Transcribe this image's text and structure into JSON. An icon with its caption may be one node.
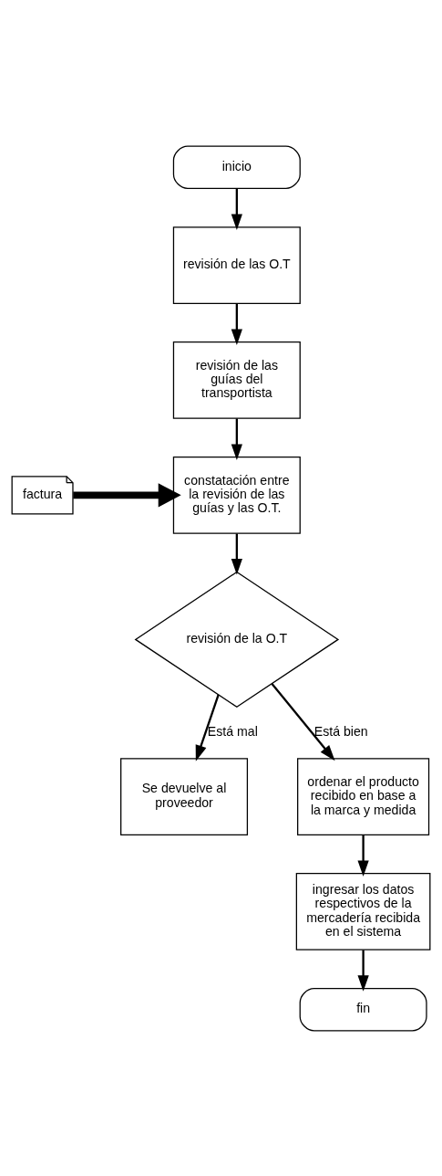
{
  "diagram": {
    "nodes": [
      {
        "text": [
          "inicio"
        ]
      },
      {
        "text": [
          "revisión de las O.T"
        ]
      },
      {
        "text": [
          "revisión de las guías del transportista"
        ]
      },
      {
        "text": [
          "constatación entre la revisión de las guías y las O.T."
        ]
      },
      {
        "text": [
          "factura"
        ]
      },
      {
        "text": [
          "revisión de la O.T"
        ]
      },
      {
        "text": [
          "Se devuelve al proveedor"
        ]
      },
      {
        "text": [
          "ordenar el producto recibido en base a la marca y medida"
        ]
      },
      {
        "text": [
          "ingresar los datos respectivos de la mercadería recibida en el sistema"
        ]
      },
      {
        "text": [
          "fin"
        ]
      }
    ],
    "edges": [
      {
        "from": 0,
        "to": 1,
        "arrow": "to"
      },
      {
        "from": 1,
        "to": 2,
        "arrow": "to"
      },
      {
        "from": 2,
        "to": 3,
        "arrow": "to"
      },
      {
        "from": 4,
        "to": 3,
        "arrow": "to",
        "style": "thick"
      },
      {
        "from": 3,
        "to": 5,
        "arrow": "to"
      },
      {
        "from": 5,
        "to": 6,
        "arrow": "to",
        "label": "Está mal"
      },
      {
        "from": 5,
        "to": 7,
        "arrow": "to",
        "label": "Está bien"
      },
      {
        "from": 7,
        "to": 8,
        "arrow": "to"
      },
      {
        "from": 8,
        "to": 9,
        "arrow": "to"
      }
    ]
  }
}
